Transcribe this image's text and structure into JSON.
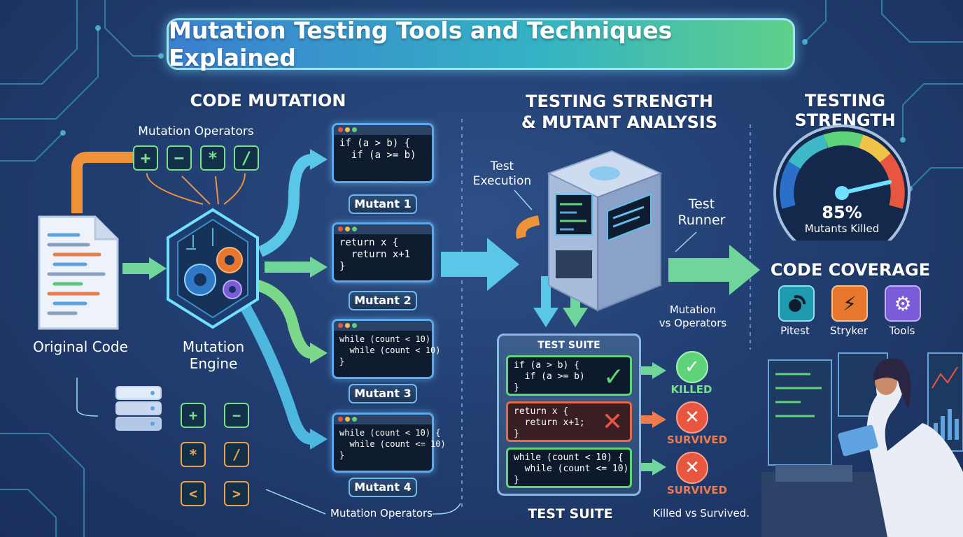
{
  "title": "Mutation Testing Tools and Techniques Explained",
  "sections": {
    "code_mutation": "CODE MUTATION",
    "testing_analysis": "TESTING STRENGTH\n& MUTANT ANALYSIS",
    "testing_strength": "TESTING STRENGTH",
    "code_coverage": "CODE COVERAGE"
  },
  "left": {
    "operators_label": "Mutation Operators",
    "operators": [
      "+",
      "−",
      "*",
      "/"
    ],
    "original_code": "Original Code",
    "engine": "Mutation\nEngine",
    "lower_operators": [
      "+",
      "−",
      "*",
      "/",
      "<",
      ">"
    ],
    "bottom_label": "Mutation Operators"
  },
  "mutants": [
    {
      "label": "Mutant 1",
      "code": "if (a > b) {\n  if (a >= b)"
    },
    {
      "label": "Mutant 2",
      "code": "return x {\n  return x+1\n}"
    },
    {
      "label": "Mutant 3",
      "code": "while (count < 10)\n  while (count < 10)\n}"
    },
    {
      "label": "Mutant 4",
      "code": "while (count < 10) {\n  while (count <= 10)\n}"
    }
  ],
  "middle": {
    "test_execution": "Test\nExecution",
    "test_runner": "Test\nRunner",
    "mutation_vs": "Mutation\nvs Operators",
    "suite_header": "TEST SUITE",
    "suite_footer": "TEST SUITE",
    "killed_vs": "Killed vs Survived.",
    "tests": [
      {
        "code": "if (a > b) {\n  if (a >= b)\n}",
        "mark": "✓",
        "result": "KILLED",
        "color": "#5fd37a"
      },
      {
        "code": "return x {\n  return x+1;\n}",
        "mark": "✕",
        "result": "SURVIVED",
        "color": "#e8563f"
      },
      {
        "code": "while (count < 10) {\n  while (count <= 10)\n}",
        "mark": "",
        "result": "SURVIVED",
        "color": "#e8563f"
      }
    ]
  },
  "gauge": {
    "value": "85%",
    "caption": "Mutants Killed",
    "fraction": 0.85
  },
  "tools": [
    {
      "name": "Pitest",
      "icon": "pitest-icon",
      "color": "#1f9bb0"
    },
    {
      "name": "Stryker",
      "icon": "lightning-icon",
      "color": "#e8772e"
    },
    {
      "name": "Tools",
      "icon": "gear-icon",
      "color": "#7a5cd8"
    }
  ]
}
